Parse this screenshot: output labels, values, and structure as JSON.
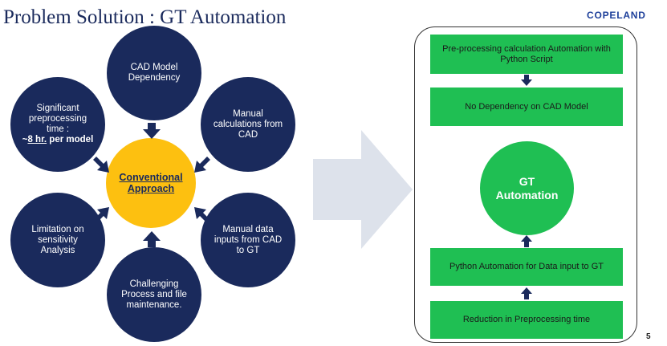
{
  "slide": {
    "title": "Problem Solution : GT Automation",
    "brand": "COPELAND",
    "page_number": "5"
  },
  "left": {
    "center": "Conventional Approach",
    "circles": {
      "cad_dependency": "CAD Model Dependency",
      "manual_calc": "Manual calculations from CAD",
      "manual_inputs": "Manual data inputs from CAD to GT",
      "challenging": "Challenging Process and file maintenance.",
      "sensitivity": "Limitation on sensitivity Analysis",
      "preprocessing_line1": "Significant preprocessing time :",
      "preprocessing_prefix": "~",
      "preprocessing_hours": "8 hr.",
      "preprocessing_suffix": " per model"
    }
  },
  "right": {
    "step1": "Pre-processing calculation Automation with Python Script",
    "step2": "No Dependency on CAD Model",
    "center": "GT Automation",
    "step3": "Python Automation for Data input to GT",
    "step4": "Reduction in Preprocessing time"
  },
  "colors": {
    "navy": "#1a2a5c",
    "yellow": "#fdc010",
    "green": "#1fbf53",
    "gray_arrow": "#dde2eb"
  }
}
